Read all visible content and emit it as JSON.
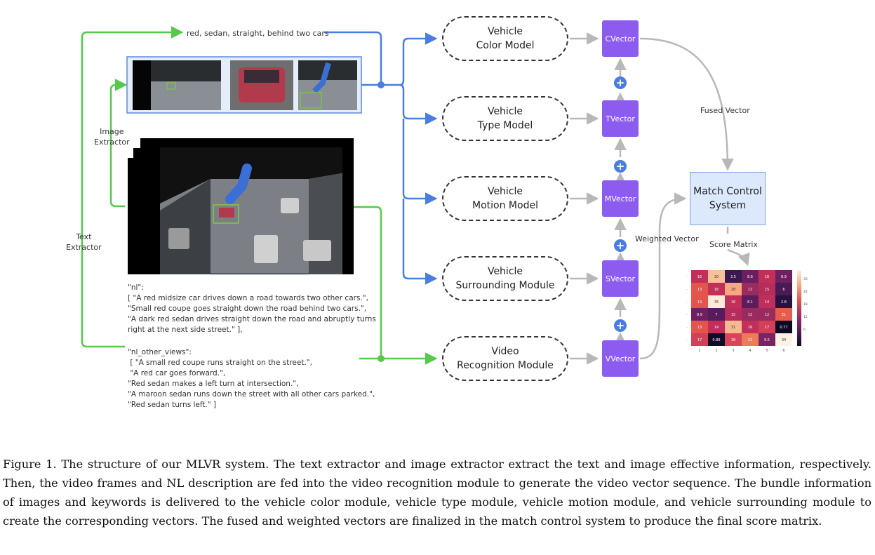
{
  "keywords": "red, sedan, straight, behind two cars",
  "extractors": {
    "image": [
      "Image",
      "Extractor"
    ],
    "text": [
      "Text",
      "Extractor"
    ]
  },
  "modules": [
    {
      "line1": "Vehicle",
      "line2": "Color Model",
      "vector": "CVector"
    },
    {
      "line1": "Vehicle",
      "line2": "Type  Model",
      "vector": "TVector"
    },
    {
      "line1": "Vehicle",
      "line2": "Motion  Model",
      "vector": "MVector"
    },
    {
      "line1": "Vehicle",
      "line2": "Surrounding  Module",
      "vector": "SVector"
    },
    {
      "line1": "Video",
      "line2": "Recognition Module",
      "vector": "VVector"
    }
  ],
  "labels": {
    "fused": "Fused Vector",
    "weighted": "Weighted Vector",
    "score": "Score Matrix",
    "match": [
      "Match Control",
      "System"
    ]
  },
  "nl_text": "\"nl\":\n[ \"A red midsize car drives down a road towards two other cars.\",\n\"Small red coupe goes straight down the road behind two cars.\",\n\"A dark red sedan drives straight down the road and abruptly turns\nright at the next side street.\" ],",
  "nl_other_text": "\"nl_other_views\":\n [ \"A small red coupe runs straight on the street.\",\n \"A red car goes forward.\",\n\"Red sedan makes a left turn at intersection.\",\n\"A maroon sedan runs down the street with all other cars parked.\",\n\"Red sedan turns left.\" ]",
  "heatmap": {
    "values": [
      [
        "16",
        "30",
        "3.5",
        "8.6",
        "16",
        "8.9"
      ],
      [
        "13",
        "16",
        "28",
        "12",
        "15",
        "6"
      ],
      [
        "13",
        "35",
        "16",
        "8.1",
        "14",
        "2.8"
      ],
      [
        "8.9",
        "7",
        "15",
        "12",
        "12",
        "21"
      ],
      [
        "13",
        "14",
        "31",
        "16",
        "17",
        "0.77"
      ],
      [
        "17",
        "0.88",
        "18",
        "23",
        "9.5",
        "34"
      ]
    ],
    "colors": [
      [
        "#c2305a",
        "#f8c09a",
        "#3a1a4e",
        "#6b1f60",
        "#c2305a",
        "#6e2062"
      ],
      [
        "#e2544c",
        "#c2305a",
        "#f8a77e",
        "#9a2b5e",
        "#b62d5c",
        "#4a1a55"
      ],
      [
        "#e2544c",
        "#fdebd8",
        "#c2305a",
        "#5c1d5c",
        "#c02e5c",
        "#2a1240"
      ],
      [
        "#6e2062",
        "#581c5c",
        "#b62d5c",
        "#9a2b5e",
        "#9a2b5e",
        "#e65d4e"
      ],
      [
        "#e2544c",
        "#c02e5c",
        "#f8b890",
        "#c2305a",
        "#d23f57",
        "#0f0a24"
      ],
      [
        "#d23f57",
        "#120b28",
        "#d8455a",
        "#ee7a58",
        "#7a2262",
        "#fdf2e4"
      ]
    ],
    "colorbar_ticks": [
      "30",
      "24",
      "18",
      "12",
      "6"
    ],
    "x_ticks": [
      "1",
      "2",
      "3",
      "4",
      "5",
      "6"
    ]
  },
  "caption": "Figure 1.  The structure of our MLVR system.  The text extractor and image extractor extract the text and image effective information, respectively. Then, the video frames and NL description are fed into the video recognition module to generate the video vector sequence. The bundle information of images and keywords is delivered to the vehicle color module, vehicle type module, vehicle motion module, and vehicle surrounding module to create the corresponding vectors. The fused and weighted vectors are finalized in the match control system to produce the final score matrix."
}
